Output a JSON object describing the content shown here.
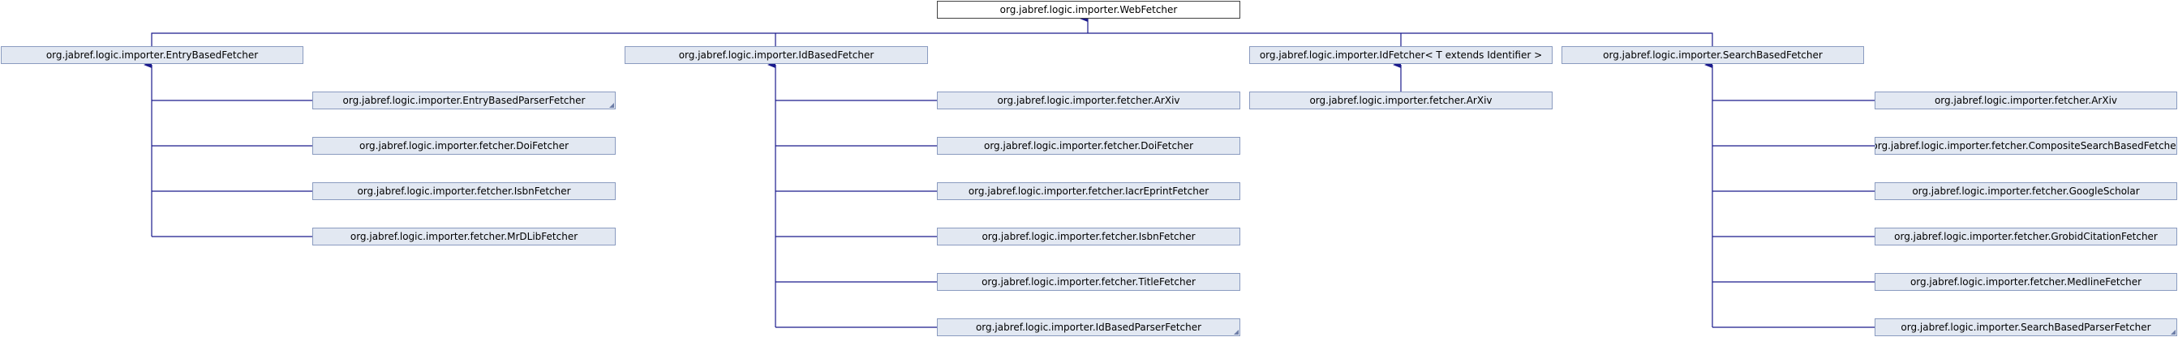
{
  "nodes": {
    "web_fetcher": "org.jabref.logic.importer.WebFetcher",
    "entry_based_fetcher": "org.jabref.logic.importer.EntryBasedFetcher",
    "id_based_fetcher": "org.jabref.logic.importer.IdBasedFetcher",
    "id_fetcher": "org.jabref.logic.importer.IdFetcher< T extends Identifier >",
    "search_based_fetcher": "org.jabref.logic.importer.SearchBasedFetcher",
    "entry_children": [
      "org.jabref.logic.importer.EntryBasedParserFetcher",
      "org.jabref.logic.importer.fetcher.DoiFetcher",
      "org.jabref.logic.importer.fetcher.IsbnFetcher",
      "org.jabref.logic.importer.fetcher.MrDLibFetcher"
    ],
    "id_based_children": [
      "org.jabref.logic.importer.fetcher.ArXiv",
      "org.jabref.logic.importer.fetcher.DoiFetcher",
      "org.jabref.logic.importer.fetcher.IacrEprintFetcher",
      "org.jabref.logic.importer.fetcher.IsbnFetcher",
      "org.jabref.logic.importer.fetcher.TitleFetcher",
      "org.jabref.logic.importer.IdBasedParserFetcher"
    ],
    "id_fetcher_children": [
      "org.jabref.logic.importer.fetcher.ArXiv"
    ],
    "search_children": [
      "org.jabref.logic.importer.fetcher.ArXiv",
      "org.jabref.logic.importer.fetcher.CompositeSearchBasedFetcher",
      "org.jabref.logic.importer.fetcher.GoogleScholar",
      "org.jabref.logic.importer.fetcher.GrobidCitationFetcher",
      "org.jabref.logic.importer.fetcher.MedlineFetcher",
      "org.jabref.logic.importer.SearchBasedParserFetcher"
    ]
  }
}
